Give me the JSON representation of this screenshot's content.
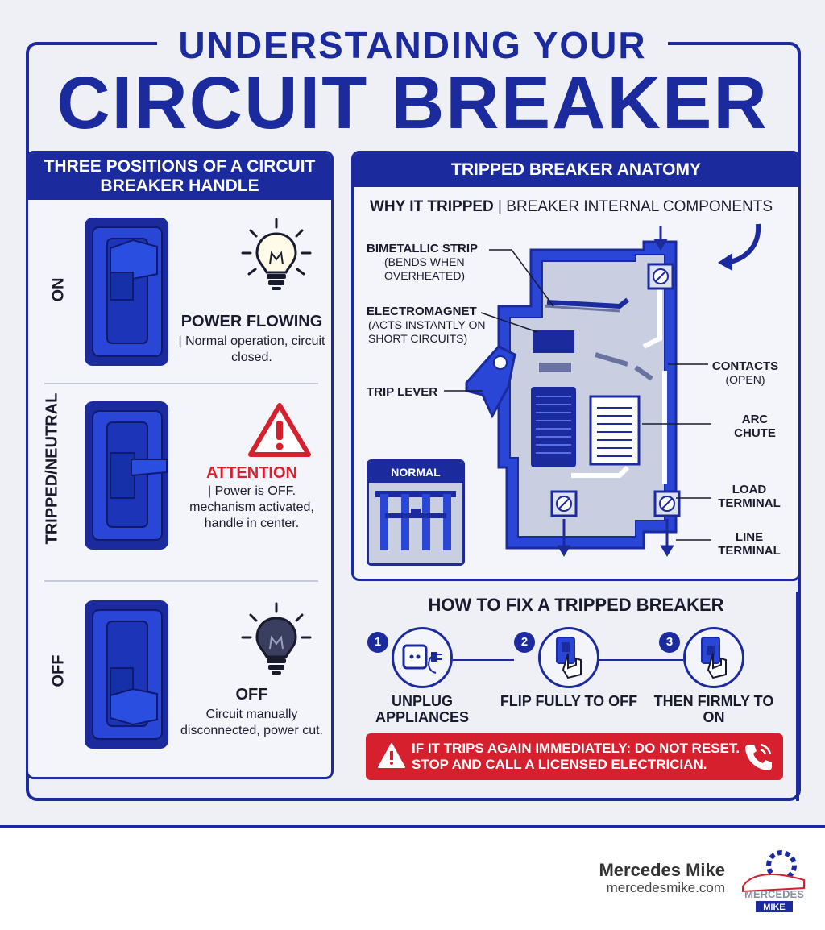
{
  "title": {
    "line1": "UNDERSTANDING YOUR",
    "line2": "CIRCUIT BREAKER"
  },
  "left_panel": {
    "heading": "THREE POSITIONS OF A CIRCUIT BREAKER HANDLE",
    "positions": [
      {
        "label": "ON",
        "title": "POWER FLOWING",
        "desc": "| Normal operation, circuit closed."
      },
      {
        "label": "TRIPPED/NEUTRAL",
        "title": "ATTENTION",
        "desc": "| Power is OFF. mechanism activated, handle in center."
      },
      {
        "label": "OFF",
        "title": "OFF",
        "desc": "Circuit manually disconnected, power cut."
      }
    ]
  },
  "anatomy": {
    "heading": "TRIPPED BREAKER ANATOMY",
    "why_bold": "WHY IT TRIPPED",
    "why_rest": " | BREAKER INTERNAL COMPONENTS",
    "labels": {
      "bimetallic": "BIMETALLIC STRIP",
      "bimetallic_sub": "(BENDS WHEN OVERHEATED)",
      "electromagnet": "ELECTROMAGNET",
      "electromagnet_sub": "(ACTS INSTANTLY ON SHORT CIRCUITS)",
      "trip_lever": "TRIP LEVER",
      "contacts": "CONTACTS",
      "contacts_sub": "(OPEN)",
      "arc_chute": "ARC CHUTE",
      "load_terminal": "LOAD TERMINAL",
      "line_terminal": "LINE TERMINAL",
      "normal": "NORMAL"
    }
  },
  "fix": {
    "heading": "HOW TO FIX A TRIPPED BREAKER",
    "steps": [
      {
        "num": "1",
        "label": "UNPLUG APPLIANCES",
        "icon": "plug-icon"
      },
      {
        "num": "2",
        "label": "FLIP FULLY TO OFF",
        "icon": "hand-switch-icon"
      },
      {
        "num": "3",
        "label": "THEN FIRMLY TO ON",
        "icon": "hand-switch-icon"
      }
    ],
    "warning_line1": "IF IT TRIPS AGAIN IMMEDIATELY: DO NOT RESET.",
    "warning_line2": "STOP AND CALL A LICENSED ELECTRICIAN."
  },
  "footer": {
    "brand": "Mercedes Mike",
    "url": "mercedesmike.com",
    "logo_text_top": "MERCEDES",
    "logo_text_bottom": "MIKE"
  },
  "colors": {
    "navy": "#1b2a9c",
    "blue": "#2a46d6",
    "red": "#d6202e",
    "background": "#eef0f5"
  }
}
